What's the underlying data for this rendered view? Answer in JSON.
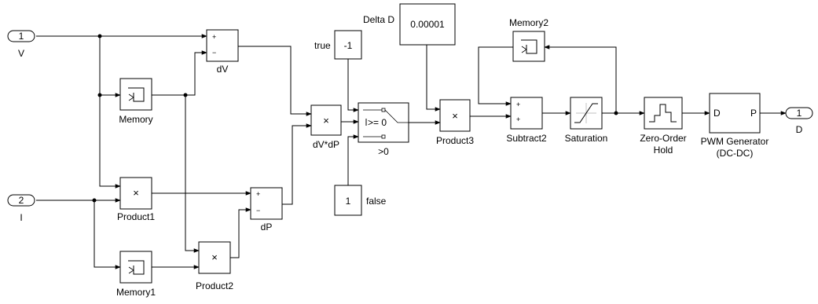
{
  "blocks": {
    "in_v": {
      "port": "1",
      "name": "V"
    },
    "in_i": {
      "port": "2",
      "name": "I"
    },
    "out_d": {
      "port": "1",
      "name": "D"
    },
    "dv": {
      "name": "dV"
    },
    "dp": {
      "name": "dP"
    },
    "memory": {
      "name": "Memory"
    },
    "memory1": {
      "name": "Memory1"
    },
    "memory2": {
      "name": "Memory2"
    },
    "product1": {
      "name": "Product1"
    },
    "product2": {
      "name": "Product2"
    },
    "product3": {
      "name": "Product3"
    },
    "dvdp": {
      "name": "dV*dP"
    },
    "switch": {
      "name": ">0",
      "condition": ">= 0"
    },
    "const_true": {
      "value": "-1",
      "name": "true"
    },
    "const_false": {
      "value": "1",
      "name": "false"
    },
    "delta_d": {
      "value": "0.00001",
      "name": "Delta D"
    },
    "subtract2": {
      "name": "Subtract2"
    },
    "saturation": {
      "name": "Saturation"
    },
    "zoh": {
      "line1": "Zero-Order",
      "line2": "Hold"
    },
    "pwm": {
      "line1": "PWM Generator",
      "line2": "(DC-DC)",
      "in_port": "D",
      "out_port": "P"
    }
  },
  "symbols": {
    "plus": "+",
    "minus": "−",
    "times": "×"
  }
}
